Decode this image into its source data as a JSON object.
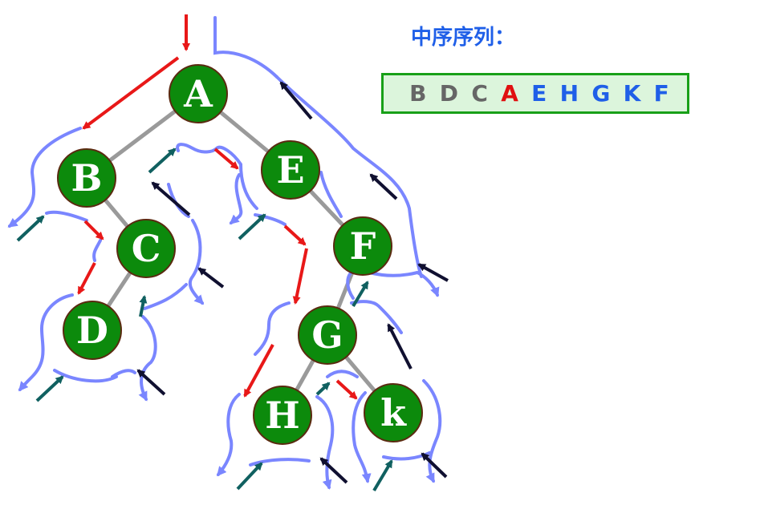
{
  "sequence": {
    "title": "中序序列：",
    "items": [
      {
        "letter": "B",
        "color": "#666666"
      },
      {
        "letter": "D",
        "color": "#666666"
      },
      {
        "letter": "C",
        "color": "#666666"
      },
      {
        "letter": "A",
        "color": "#e01010"
      },
      {
        "letter": "E",
        "color": "#1f5fe8"
      },
      {
        "letter": "H",
        "color": "#1f5fe8"
      },
      {
        "letter": "G",
        "color": "#1f5fe8"
      },
      {
        "letter": "K",
        "color": "#1f5fe8"
      },
      {
        "letter": "F",
        "color": "#1f5fe8"
      }
    ]
  },
  "tree": {
    "nodes": [
      {
        "id": "A",
        "label": "A"
      },
      {
        "id": "B",
        "label": "B"
      },
      {
        "id": "C",
        "label": "C"
      },
      {
        "id": "D",
        "label": "D"
      },
      {
        "id": "E",
        "label": "E"
      },
      {
        "id": "F",
        "label": "F"
      },
      {
        "id": "G",
        "label": "G"
      },
      {
        "id": "H",
        "label": "H"
      },
      {
        "id": "k",
        "label": "k"
      }
    ],
    "edges": [
      [
        "A",
        "B"
      ],
      [
        "A",
        "E"
      ],
      [
        "B",
        "C"
      ],
      [
        "C",
        "D"
      ],
      [
        "E",
        "F"
      ],
      [
        "F",
        "G"
      ],
      [
        "G",
        "H"
      ],
      [
        "G",
        "k"
      ]
    ]
  },
  "colors": {
    "node_fill": "#0c8a0c",
    "node_stroke": "#5a2a10",
    "edge": "#9a9a9a",
    "contour": "#7a86ff",
    "arrow_red": "#e81818",
    "arrow_teal": "#106060",
    "arrow_dark": "#101030",
    "seq_border": "#18a018",
    "seq_bg": "#dcf5dc"
  }
}
